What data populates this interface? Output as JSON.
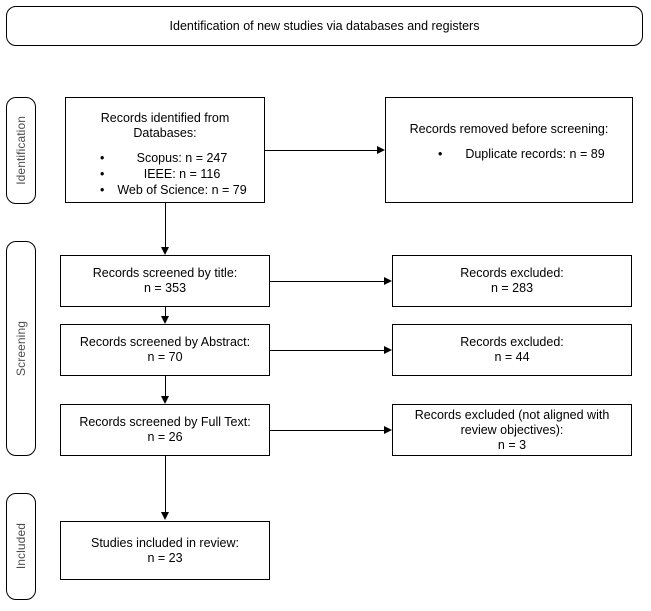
{
  "diagram": {
    "type": "prisma-flow-diagram",
    "header": {
      "label": "Identification of new studies via databases and registers"
    },
    "phases": [
      {
        "id": "identification",
        "label": "Identification"
      },
      {
        "id": "screening",
        "label": "Screening"
      },
      {
        "id": "included",
        "label": "Included"
      }
    ],
    "nodes": {
      "records_identified": {
        "title": "Records identified from Databases:",
        "bullets": [
          "Scopus: n = 247",
          "IEEE: n = 116",
          "Web of Science: n = 79"
        ]
      },
      "records_removed": {
        "title": "Records removed before screening:",
        "bullets": [
          "Duplicate records: n =  89"
        ]
      },
      "screened_title": {
        "text": "Records screened by title:\nn = 353"
      },
      "excluded_title": {
        "text": "Records excluded:\nn = 283"
      },
      "screened_abstract": {
        "text": "Records screened by Abstract:\nn = 70"
      },
      "excluded_abstract": {
        "text": "Records excluded:\nn = 44"
      },
      "screened_fulltext": {
        "text": "Records screened by Full Text:\nn = 26"
      },
      "excluded_fulltext": {
        "text": "Records excluded (not aligned with review objectives):\nn = 3"
      },
      "studies_included": {
        "text": "Studies included in review:\nn = 23"
      }
    },
    "bullet_glyph": "•",
    "colors": {
      "stroke": "#000000",
      "background": "#ffffff",
      "phase_label": "#4d4d4d"
    }
  }
}
